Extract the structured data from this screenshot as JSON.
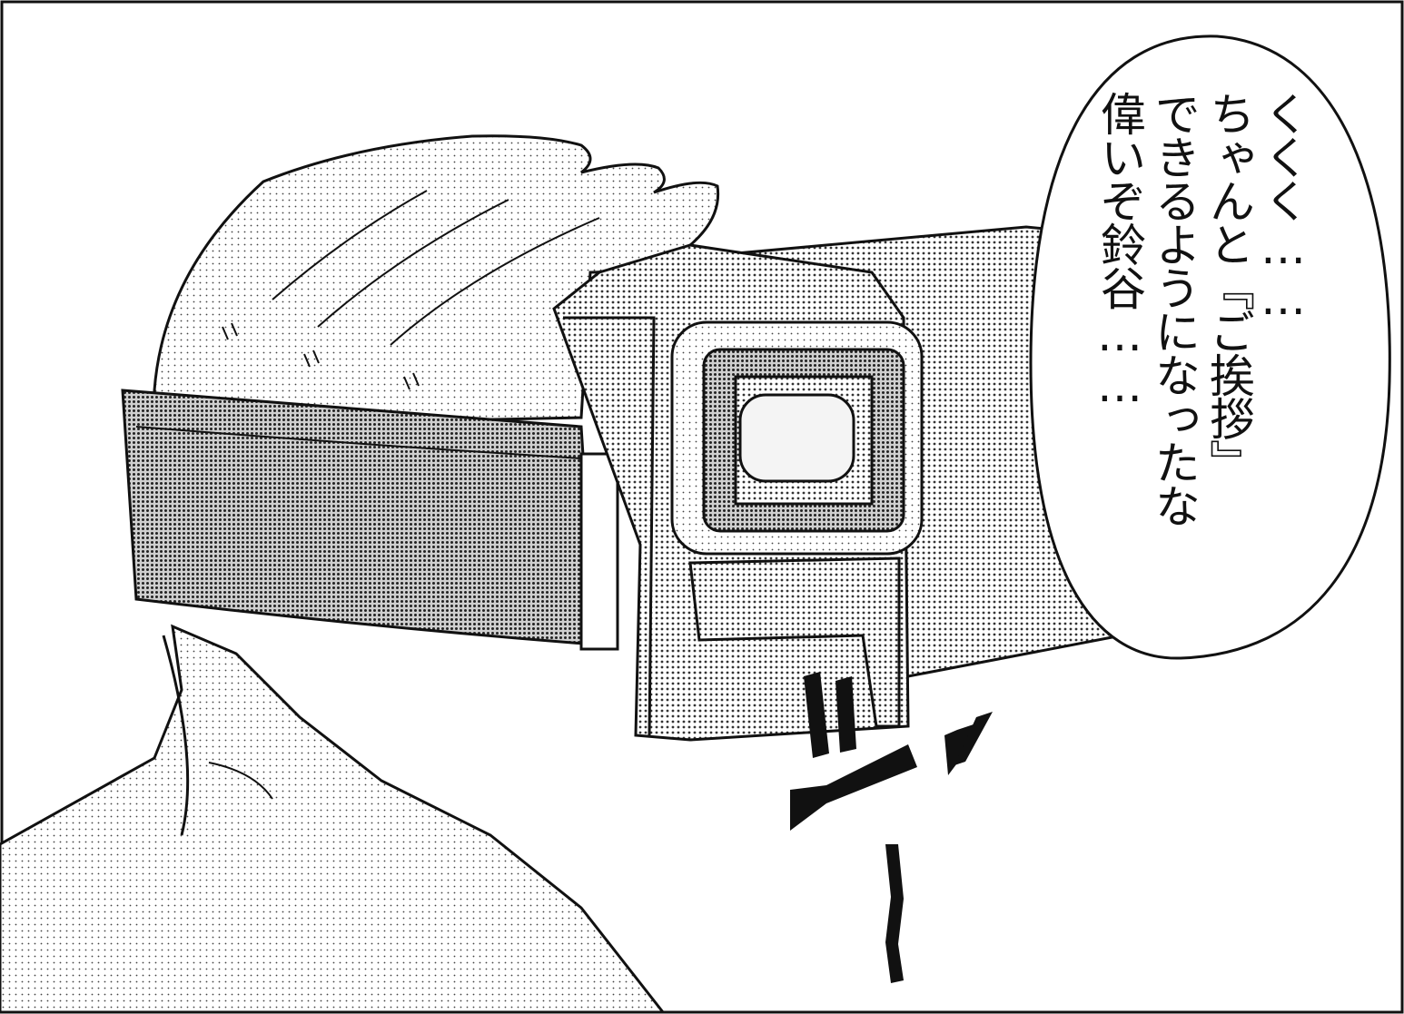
{
  "speech_bubble": {
    "lines": [
      "くくく……",
      "ちゃんと『ご挨拶』",
      "できるようになったな",
      "偉いぞ鈴谷……"
    ]
  },
  "colors": {
    "ink": "#111111",
    "paper": "#ffffff",
    "screentone": "#b8b8b8"
  }
}
